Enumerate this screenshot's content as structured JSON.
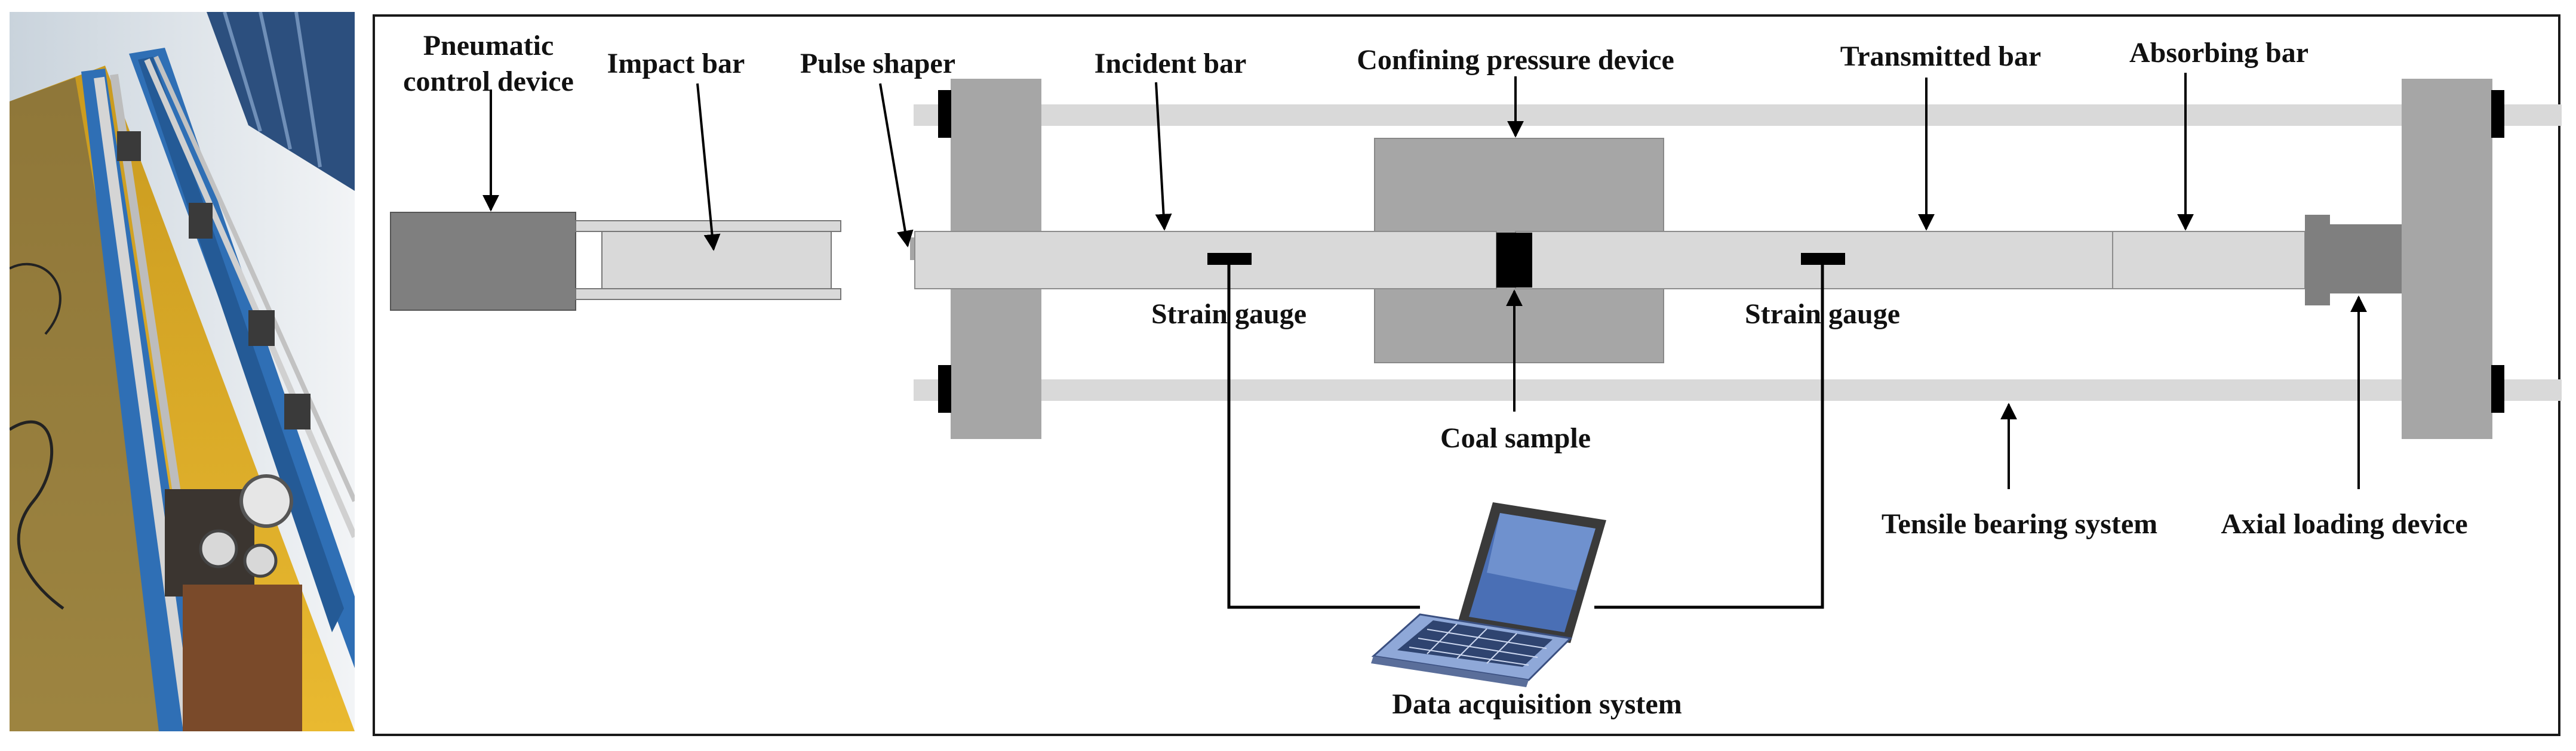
{
  "labels": {
    "pneumatic_line1": "Pneumatic",
    "pneumatic_line2": "control device",
    "impact_bar": "Impact bar",
    "pulse_shaper": "Pulse shaper",
    "incident_bar": "Incident bar",
    "confining_pressure_device": "Confining pressure device",
    "transmitted_bar": "Transmitted bar",
    "absorbing_bar": "Absorbing bar",
    "strain_gauge_left": "Strain gauge",
    "strain_gauge_right": "Strain gauge",
    "coal_sample": "Coal sample",
    "tensile_bearing_system": "Tensile bearing system",
    "axial_loading_device": "Axial loading device",
    "data_acquisition_system": "Data acquisition system"
  },
  "colors": {
    "bar_fill": "#d9d9d9",
    "dark_block": "#7f7f7f",
    "support_frame": "#a6a6a6",
    "black": "#000000",
    "laptop_screen": "#4a6fb5",
    "laptop_body": "#8fa8d8"
  },
  "photo": {
    "floor": "#e7b72a",
    "rail": "#2f6fb5",
    "rod": "#cfcfcf",
    "wall": "#e8ecef",
    "icon": "photo-icon"
  }
}
